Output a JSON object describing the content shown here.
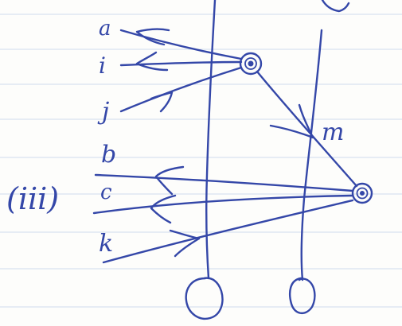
{
  "diagram": {
    "section_label": "(iii)",
    "incoming_top": [
      "a",
      "i",
      "j"
    ],
    "incoming_bottom": [
      "b",
      "c",
      "k"
    ],
    "propagator_label": "m",
    "bottom_circles": 2,
    "colors": {
      "ink": "#3447a8",
      "paper": "#fdfdfb",
      "rule": "#c9d7ea"
    }
  }
}
